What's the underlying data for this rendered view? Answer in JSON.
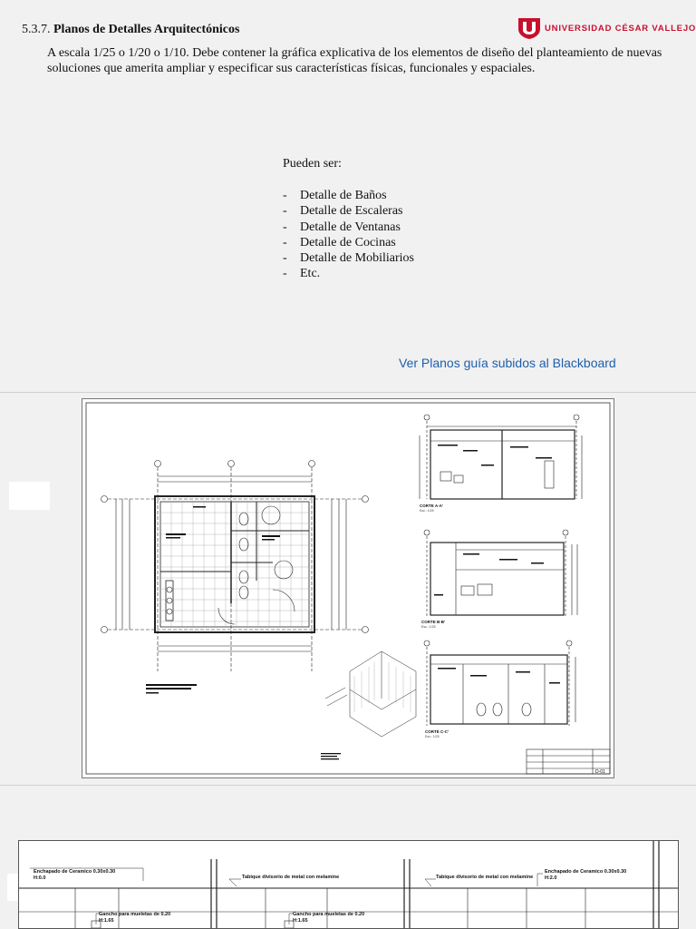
{
  "slide1": {
    "section_number": "5.3.7.",
    "section_title": "Planos de Detalles Arquitectónicos",
    "paragraph": "A escala  1/25 o 1/20  o 1/10.  Debe contener  la gráfica  explicativa  de los elementos de diseño del planteamiento de nuevas soluciones que amerita ampliar y especificar sus características físicas, funcionales y espaciales.",
    "logo_text": "UNIVERSIDAD CÉSAR VALLEJO",
    "list_intro": "Pueden ser:",
    "list_items": [
      "Detalle de Baños",
      "Detalle de Escaleras",
      "Detalle de Ventanas",
      "Detalle de Cocinas",
      "Detalle de Mobiliarios",
      "Etc."
    ],
    "list_bullet": "-",
    "link_text": "Ver Planos guía subidos al Blackboard",
    "colors": {
      "brand_red": "#c8102e",
      "link_blue": "#1f5fa8"
    }
  },
  "slide2": {
    "sheet_code": "D-01",
    "section_labels": [
      "CORTE A-A'",
      "CORTE B-B'",
      "CORTE C-C'"
    ],
    "scale_label": "Esc.: 1/25"
  },
  "slide3": {
    "notes": [
      "Enchapado de Ceramico 0.30x0.30",
      "Tabique divisorio de metal con melamine",
      "Tabique divisorio de metal con melamine",
      "Enchapado de Ceramico 0.30x0.30",
      "Gancho para mueletas de 0.20",
      "Gancho para mueletas de 0.20"
    ],
    "sub_notes": [
      "H:0.0",
      "H:2.0",
      "H:1.65",
      "H:1.65"
    ]
  }
}
